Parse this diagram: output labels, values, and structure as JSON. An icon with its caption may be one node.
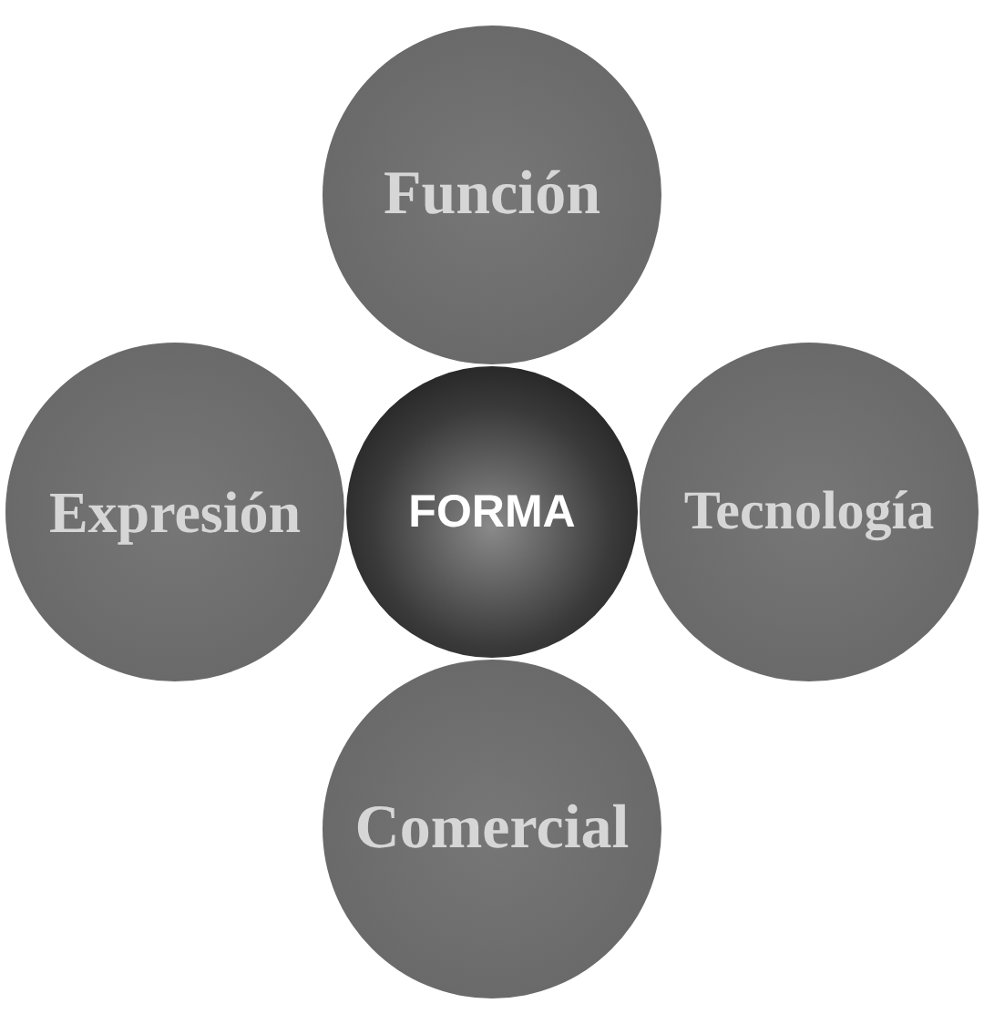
{
  "diagram": {
    "nodes": [
      {
        "text": [
          "Función"
        ]
      },
      {
        "text": [
          "Expresión"
        ]
      },
      {
        "text": [
          "FORMA"
        ]
      },
      {
        "text": [
          "Tecnología"
        ]
      },
      {
        "text": [
          "Comercial"
        ]
      }
    ],
    "edges": []
  }
}
